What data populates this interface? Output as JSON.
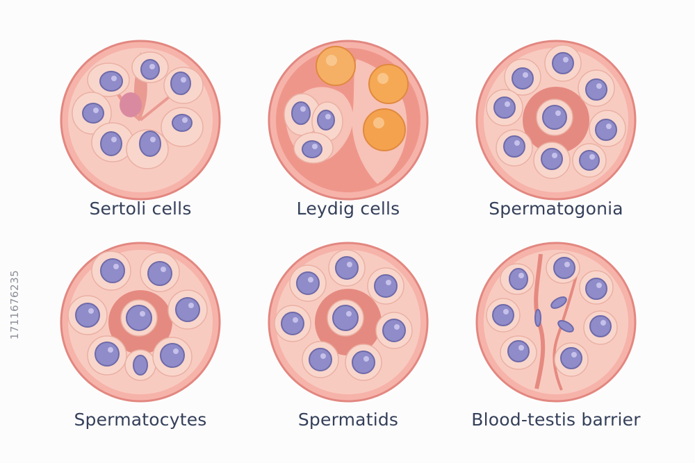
{
  "panels": [
    {
      "id": "sertoli",
      "label": "Sertoli cells"
    },
    {
      "id": "leydig",
      "label": "Leydig cells"
    },
    {
      "id": "spermatogonia",
      "label": "Spermatogonia"
    },
    {
      "id": "spermatocytes",
      "label": "Spermatocytes"
    },
    {
      "id": "spermatids",
      "label": "Spermatids"
    },
    {
      "id": "blood-testis",
      "label": "Blood-testis barrier"
    }
  ],
  "watermark_id": "1711676235",
  "colors": {
    "rim": "#e78f8a",
    "tissue": "#f7c7bd",
    "cell": "#f9d3c7",
    "lumen": "#e58a80",
    "nucleus": "#8f8cc9",
    "nucleus_dark": "#6e6aa9",
    "leydig": "#f3a65c",
    "text": "#34405a"
  }
}
